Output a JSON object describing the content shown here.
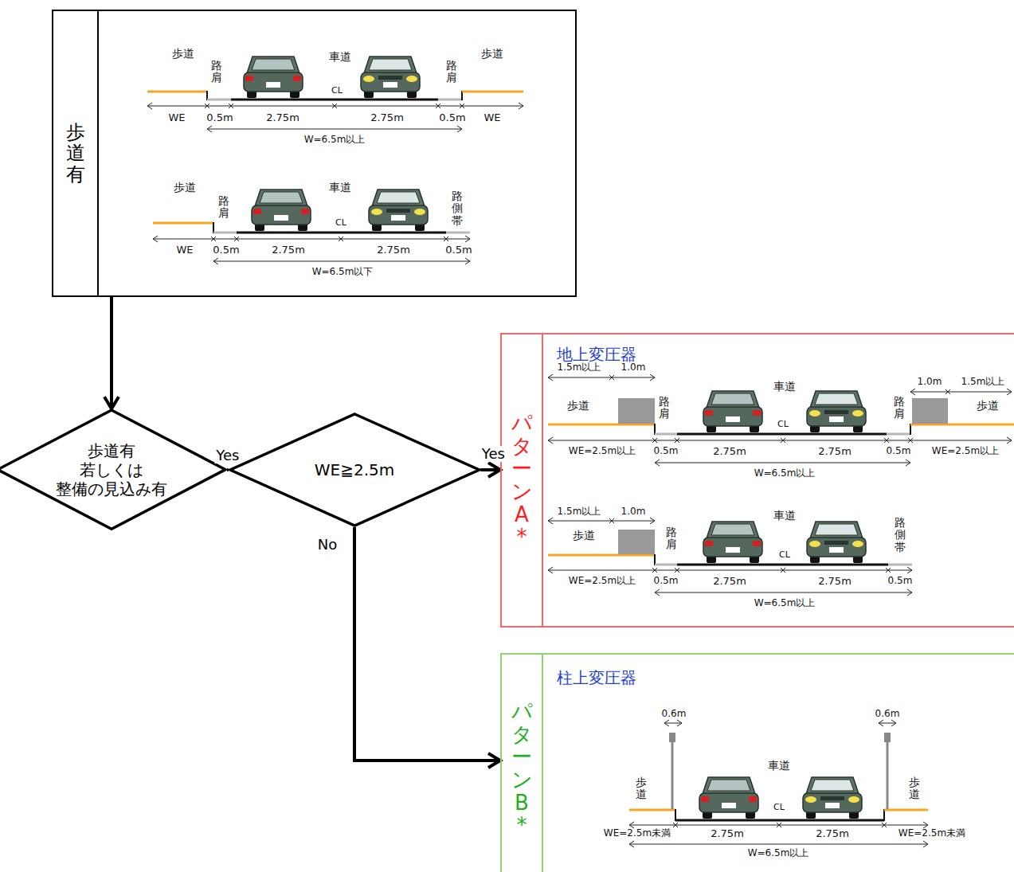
{
  "diagram": {
    "nodes": [
      {
        "text": [
          "歩道有"
        ]
      },
      {
        "text": [
          "歩道有 若しくは 整備の見込み有"
        ]
      },
      {
        "text": [
          "WE≧2.5m"
        ]
      },
      {
        "text": [
          "パターンA*",
          "地上変圧器"
        ]
      },
      {
        "text": [
          "パターンB*",
          "柱上変圧器"
        ]
      }
    ],
    "edges": [
      {
        "from": 0,
        "to": 1,
        "arrow": "to"
      },
      {
        "from": 1,
        "to": 2,
        "label": "Yes",
        "arrow": "none"
      },
      {
        "from": 2,
        "to": 3,
        "label": "Yes",
        "arrow": "to"
      },
      {
        "from": 2,
        "to": 4,
        "label": "No",
        "arrow": "to"
      }
    ],
    "labels": [
      "歩道",
      "路肩",
      "車道",
      "路肩",
      "歩道",
      "CL",
      "WE",
      "0.5m",
      "2.75m",
      "2.75m",
      "0.5m",
      "WE",
      "W=6.5m以上",
      "歩道",
      "路肩",
      "車道",
      "路側帯",
      "CL",
      "WE",
      "0.5m",
      "2.75m",
      "2.75m",
      "0.5m",
      "W=6.5m以下",
      "1.5m以上",
      "1.0m",
      "歩道",
      "路肩",
      "車道",
      "CL",
      "路肩",
      "1.0m",
      "1.5m以上",
      "歩道",
      "WE=2.5m以上",
      "0.5m",
      "2.75m",
      "2.75m",
      "0.5m",
      "WE=2.5m以上",
      "W=6.5m以上",
      "1.5m以上",
      "1.0m",
      "歩道",
      "路肩",
      "車道",
      "路側帯",
      "CL",
      "WE=2.5m以上",
      "0.5m",
      "2.75m",
      "2.75m",
      "0.5m",
      "W=6.5m以上",
      "0.6m",
      "0.6m",
      "歩道",
      "車道",
      "歩道",
      "CL",
      "WE=2.5m未満",
      "2.75m",
      "2.75m",
      "WE=2.5m未満",
      "W=6.5m以上"
    ]
  }
}
